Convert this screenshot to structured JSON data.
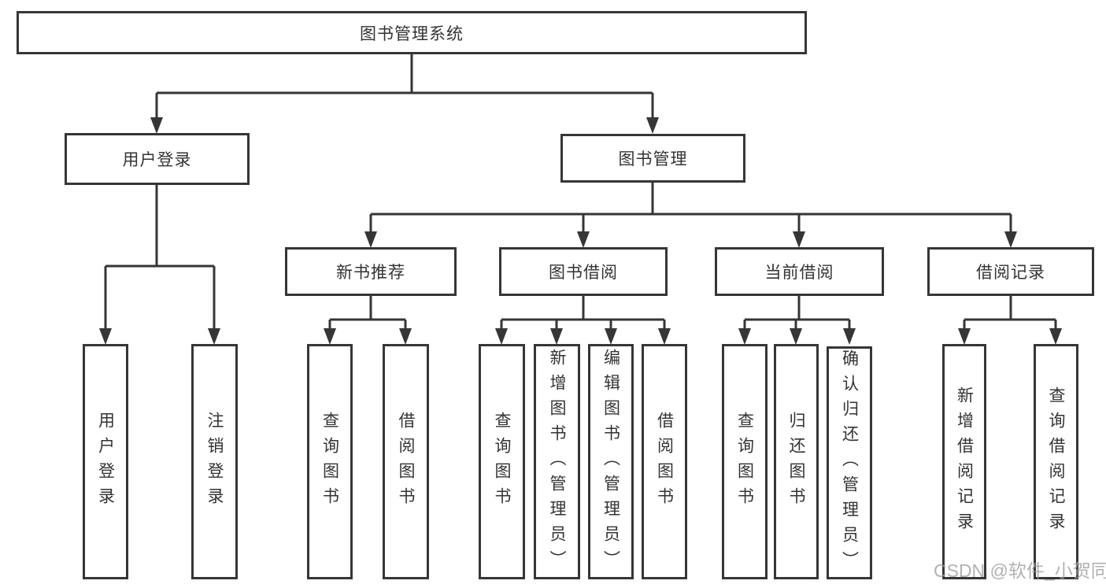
{
  "diagram": {
    "root": "图书管理系统",
    "branches": [
      {
        "label": "用户登录",
        "leaves": [
          "用户登录",
          "注销登录"
        ]
      },
      {
        "label": "图书管理",
        "groups": [
          {
            "label": "新书推荐",
            "leaves": [
              "查询图书",
              "借阅图书"
            ]
          },
          {
            "label": "图书借阅",
            "leaves": [
              "查询图书",
              "新增图书（管理员）",
              "编辑图书（管理员）",
              "借阅图书"
            ]
          },
          {
            "label": "当前借阅",
            "leaves": [
              "查询图书",
              "归还图书",
              "确认归还（管理员）"
            ]
          },
          {
            "label": "借阅记录",
            "leaves": [
              "新增借阅记录",
              "查询借阅记录"
            ]
          }
        ]
      }
    ]
  },
  "watermark": "CSDN @软件_小贺同学",
  "colors": {
    "line": "#363636",
    "text": "#333333",
    "watermark_text": "#9e9e9e",
    "background": "#ffffff"
  }
}
